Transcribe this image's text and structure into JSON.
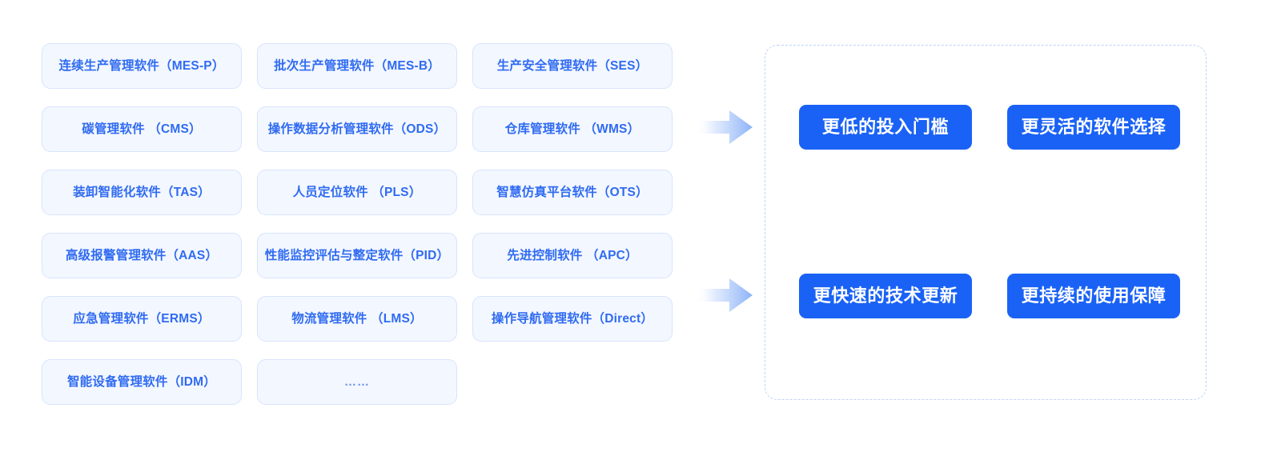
{
  "diagram": {
    "colors": {
      "card_fill": "#f3f7ff",
      "card_border": "#d8e4fb",
      "card_text": "#2f6bf2",
      "benefit_fill": "#1a62f5",
      "benefit_text": "#ffffff",
      "panel_border": "#bed2f6",
      "arrow_gradient_end": "#8cb2f8",
      "background": "#ffffff"
    },
    "software_cards": [
      {
        "label": "连续生产管理软件（MES-P）",
        "row": 1,
        "col": 1
      },
      {
        "label": "批次生产管理软件（MES-B）",
        "row": 1,
        "col": 2
      },
      {
        "label": "生产安全管理软件（SES）",
        "row": 1,
        "col": 3
      },
      {
        "label": "碳管理软件 （CMS）",
        "row": 2,
        "col": 1
      },
      {
        "label": "操作数据分析管理软件（ODS）",
        "row": 2,
        "col": 2
      },
      {
        "label": "仓库管理软件 （WMS）",
        "row": 2,
        "col": 3
      },
      {
        "label": "装卸智能化软件（TAS）",
        "row": 3,
        "col": 1
      },
      {
        "label": "人员定位软件 （PLS）",
        "row": 3,
        "col": 2
      },
      {
        "label": "智慧仿真平台软件（OTS）",
        "row": 3,
        "col": 3
      },
      {
        "label": "高级报警管理软件（AAS）",
        "row": 4,
        "col": 1
      },
      {
        "label": "性能监控评估与整定软件（PID）",
        "row": 4,
        "col": 2
      },
      {
        "label": "先进控制软件 （APC）",
        "row": 4,
        "col": 3
      },
      {
        "label": "应急管理软件（ERMS）",
        "row": 5,
        "col": 1
      },
      {
        "label": "物流管理软件 （LMS）",
        "row": 5,
        "col": 2
      },
      {
        "label": "操作导航管理软件（Direct）",
        "row": 5,
        "col": 3
      },
      {
        "label": "智能设备管理软件（IDM）",
        "row": 6,
        "col": 1
      },
      {
        "label": "……",
        "row": 6,
        "col": 2,
        "is_ellipsis": true
      }
    ],
    "arrows": [
      {
        "name": "arrow-top",
        "direction": "right"
      },
      {
        "name": "arrow-bottom",
        "direction": "right"
      }
    ],
    "benefit_cards": [
      {
        "label": "更低的投入门槛"
      },
      {
        "label": "更灵活的软件选择"
      },
      {
        "label": "更快速的技术更新"
      },
      {
        "label": "更持续的使用保障"
      }
    ]
  }
}
